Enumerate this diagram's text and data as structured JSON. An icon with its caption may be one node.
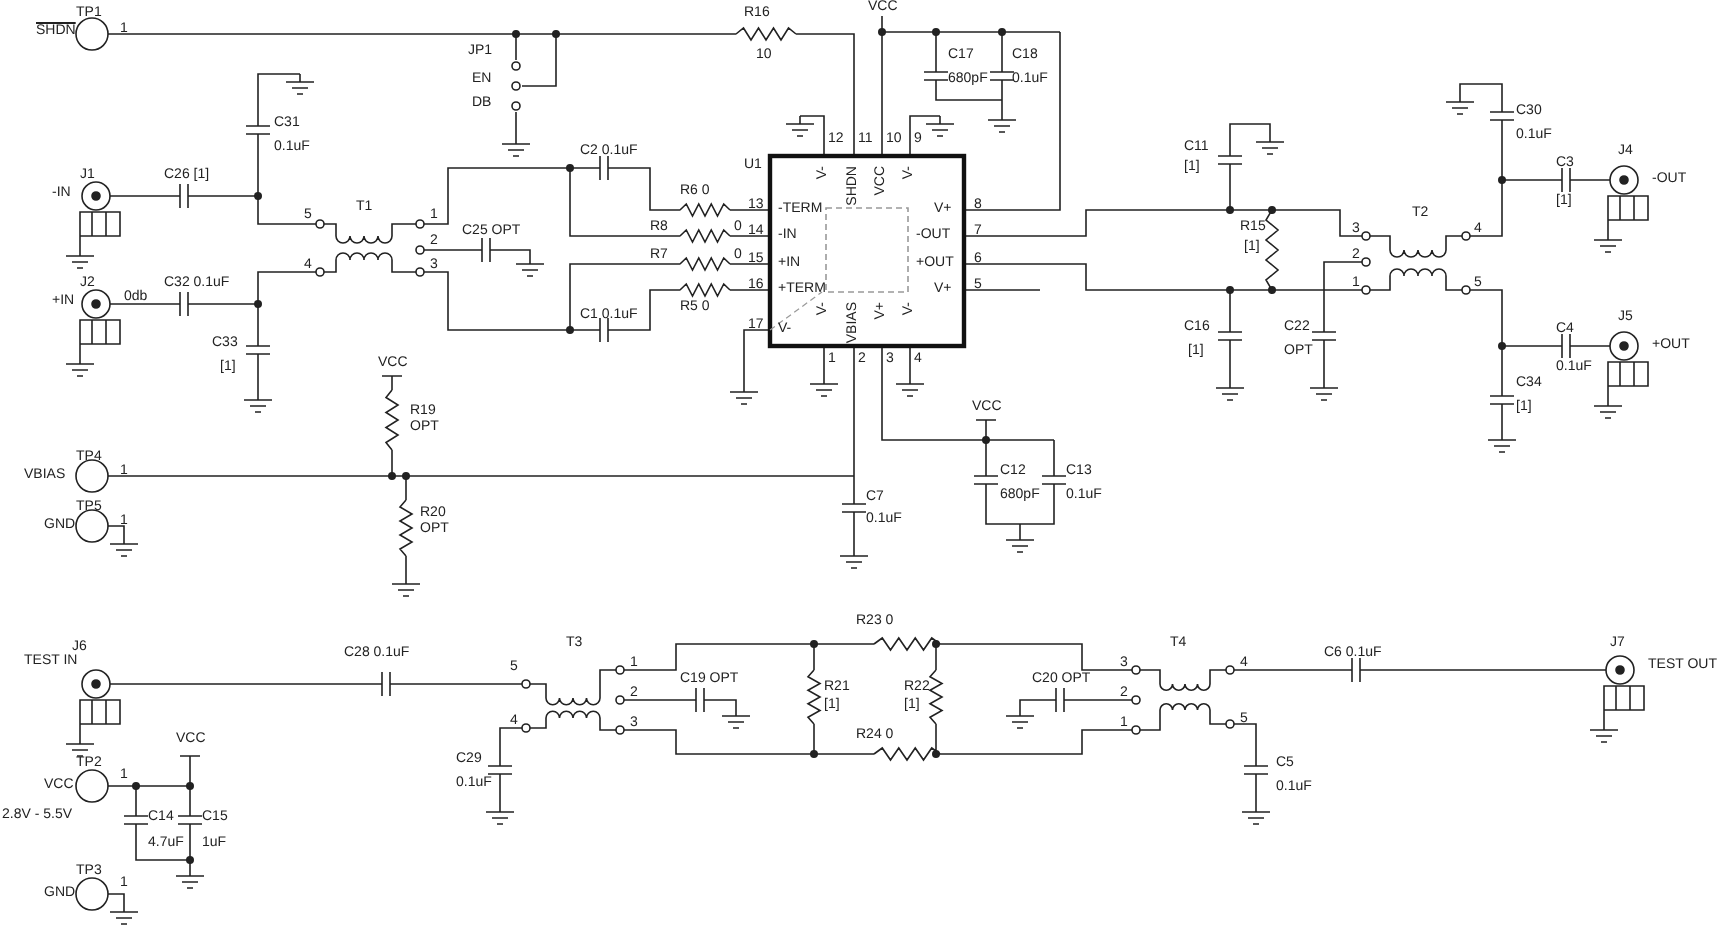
{
  "diagram": {
    "labels": [
      "TP1",
      "SHDN",
      "1",
      "JP1",
      "EN",
      "DB",
      "R16",
      "10",
      "VCC",
      "C17",
      "680pF",
      "C18",
      "0.1uF",
      "C31",
      "0.1uF",
      "J1",
      "-IN",
      "C26 [1]",
      "T1",
      "C2 0.1uF",
      "U1",
      "R6 0",
      "C25 OPT",
      "R8",
      "0",
      "R7",
      "0",
      "C1 0.1uF",
      "R5 0",
      "J2",
      "+IN",
      "0db",
      "C32 0.1uF",
      "C33",
      "[1]",
      "-TERM",
      "-IN",
      "+IN",
      "+TERM",
      "V-",
      "V-",
      "SHDN",
      "VCC",
      "V-",
      "V-",
      "VBIAS",
      "V+",
      "V-",
      "V+",
      "-OUT",
      "+OUT",
      "V+",
      "13",
      "14",
      "15",
      "16",
      "17",
      "12",
      "11",
      "10",
      "9",
      "1",
      "2",
      "3",
      "4",
      "8",
      "7",
      "6",
      "5",
      "5",
      "1",
      "2",
      "4",
      "3",
      "VCC",
      "R19",
      "OPT",
      "TP4",
      "VBIAS",
      "1",
      "TP5",
      "GND",
      "1",
      "R20",
      "OPT",
      "C7",
      "0.1uF",
      "VCC",
      "C12",
      "680pF",
      "C13",
      "0.1uF",
      "C11",
      "[1]",
      "R15",
      "[1]",
      "T2",
      "C16",
      "[1]",
      "C22",
      "OPT",
      "3",
      "4",
      "2",
      "1",
      "5",
      "C30",
      "0.1uF",
      "C3",
      "[1]",
      "J4",
      "-OUT",
      "C4",
      "0.1uF",
      "J5",
      "+OUT",
      "C34",
      "[1]",
      "J6",
      "TEST IN",
      "C28 0.1uF",
      "T3",
      "5",
      "1",
      "2",
      "4",
      "3",
      "C19 OPT",
      "R23 0",
      "R21",
      "[1]",
      "R22",
      "[1]",
      "R24 0",
      "C20 OPT",
      "T4",
      "3",
      "4",
      "2",
      "1",
      "5",
      "C6 0.1uF",
      "J7",
      "TEST OUT",
      "C29",
      "0.1uF",
      "C5",
      "0.1uF",
      "TP2",
      "VCC",
      "2.8V - 5.5V",
      "1",
      "VCC",
      "C14",
      "4.7uF",
      "C15",
      "1uF",
      "TP3",
      "GND",
      "1"
    ]
  }
}
